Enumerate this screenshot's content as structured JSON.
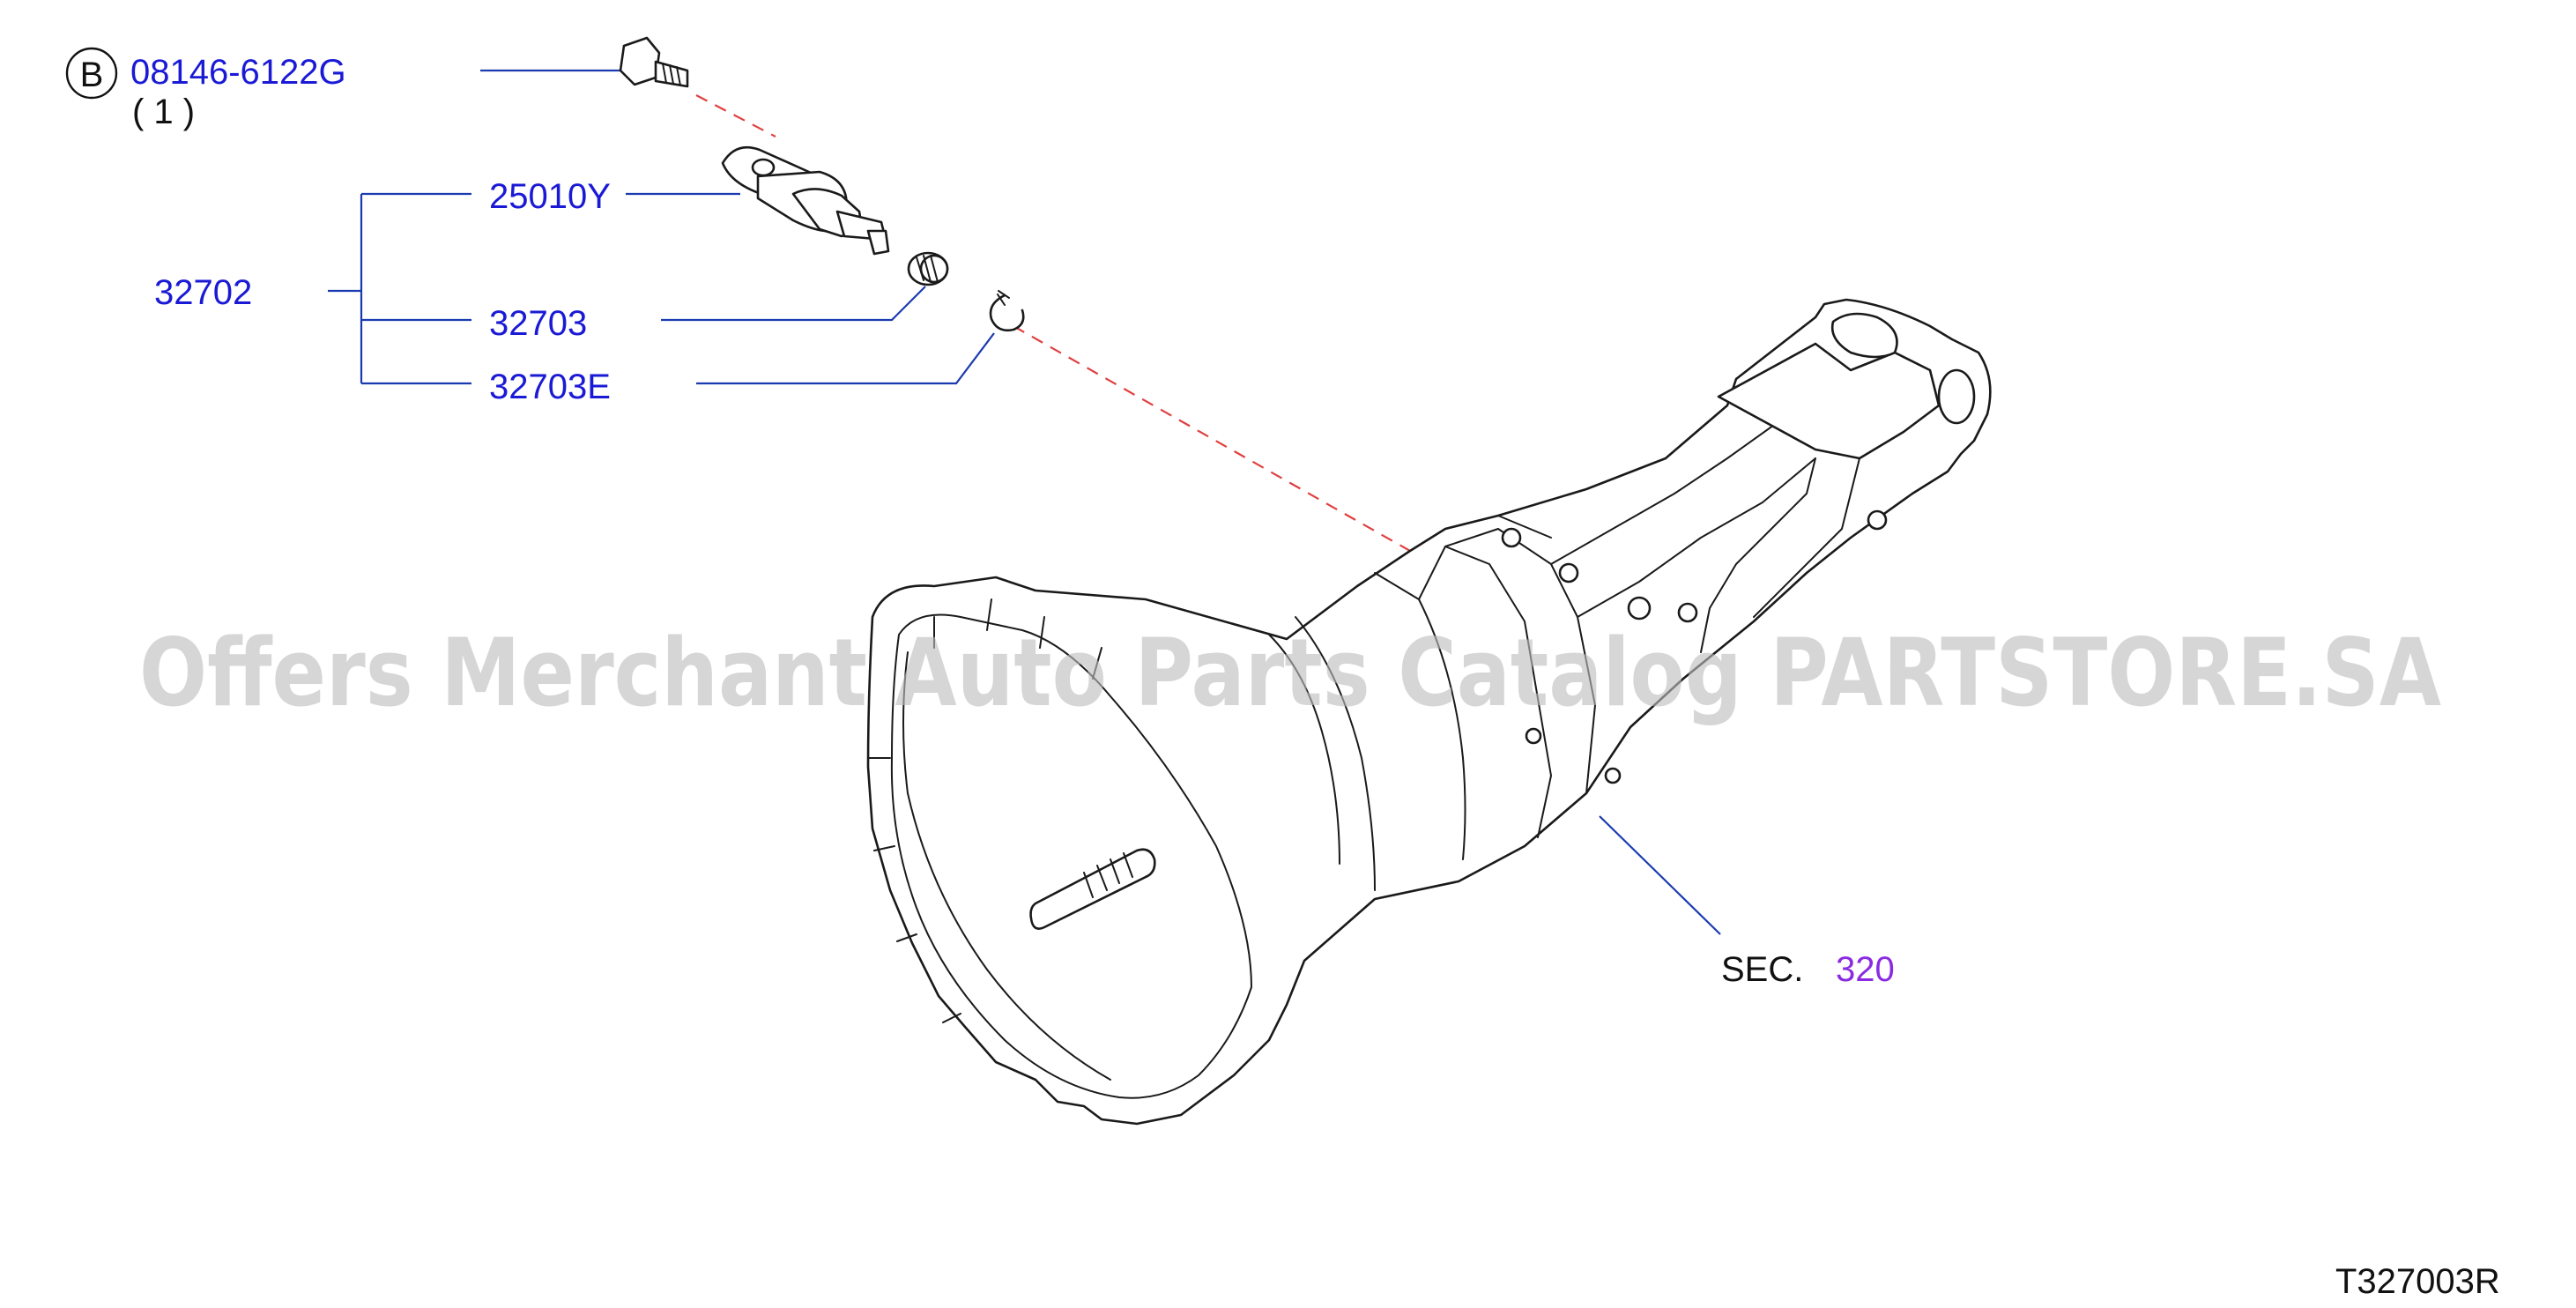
{
  "diagram": {
    "watermark": "Offers Merchant Auto Parts Catalog PARTSTORE.SA",
    "bolt_callout": {
      "marker_letter": "B",
      "part_number": "08146-6122G",
      "quantity": "( 1 )"
    },
    "assembly_label": "32702",
    "parts": {
      "p25010y": "25010Y",
      "p32703": "32703",
      "p32703e": "32703E"
    },
    "section_ref": {
      "prefix": "SEC.",
      "number": "320"
    },
    "figure_code": "T327003R",
    "colors": {
      "part_label": "#1a1ad6",
      "section_number": "#8a2be2",
      "leader_line": "#1a3ab0",
      "assembly_dash": "#e04040",
      "watermark": "#bdbdbd"
    }
  }
}
